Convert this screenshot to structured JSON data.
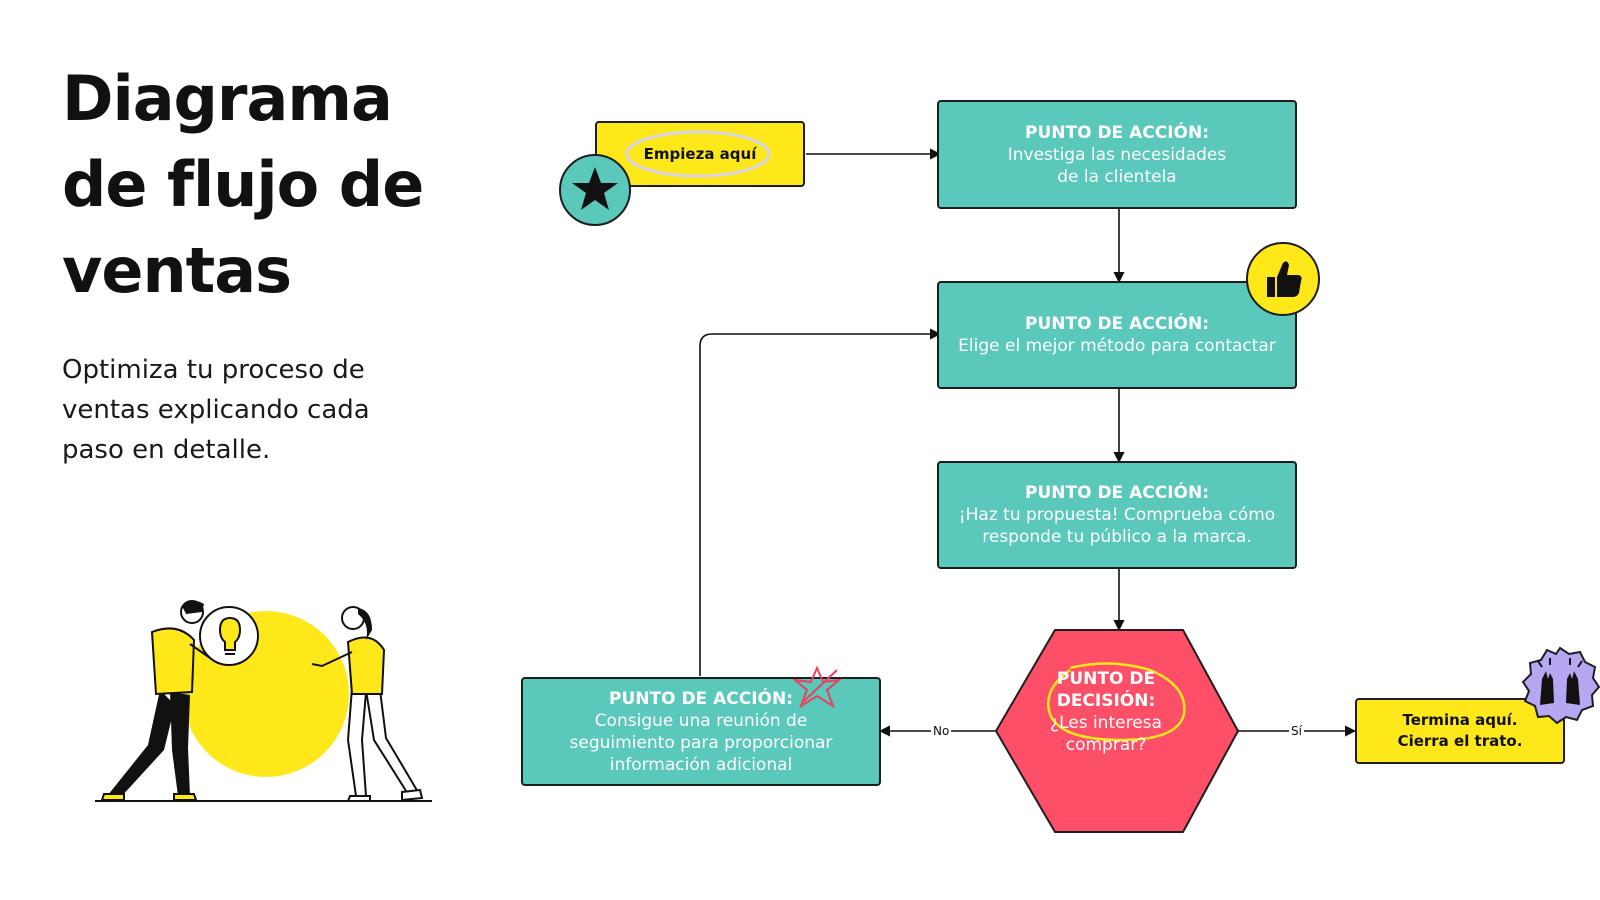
{
  "title": {
    "line1": "Diagrama",
    "line2": "de flujo de",
    "line3": "ventas"
  },
  "subtitle": {
    "line1": "Optimiza tu proceso de",
    "line2": "ventas explicando cada",
    "line3": "paso en detalle."
  },
  "flow": {
    "start": {
      "label": "Empieza aquí"
    },
    "step1": {
      "heading": "PUNTO DE ACCIÓN:",
      "line1": "Investiga las necesidades",
      "line2": "de la clientela"
    },
    "step2": {
      "heading": "PUNTO DE ACCIÓN:",
      "line1": "Elige el mejor método para contactar"
    },
    "step3": {
      "heading": "PUNTO DE ACCIÓN:",
      "line1": "¡Haz tu propuesta! Comprueba cómo",
      "line2": "responde tu público a la marca."
    },
    "decision": {
      "heading1": "PUNTO DE",
      "heading2": "DECISIÓN:",
      "line1": "¿Les interesa",
      "line2": "comprar?"
    },
    "followup": {
      "heading": "PUNTO DE ACCIÓN:",
      "line1": "Consigue una reunión de",
      "line2": "seguimiento para proporcionar",
      "line3": "información adicional"
    },
    "end": {
      "line1": "Termina aquí.",
      "line2": "Cierra el trato."
    },
    "edge_no": "No",
    "edge_yes": "Sí"
  },
  "colors": {
    "teal": "#5ac8bb",
    "yellow": "#ffe81a",
    "coral": "#fd4f68",
    "lavender": "#b7a6f2",
    "outline": "#1e1e1e"
  },
  "icons": [
    "star-icon",
    "thumbs-up-icon",
    "raised-hands-icon",
    "scribble-star-icon",
    "lightbulb-icon"
  ]
}
